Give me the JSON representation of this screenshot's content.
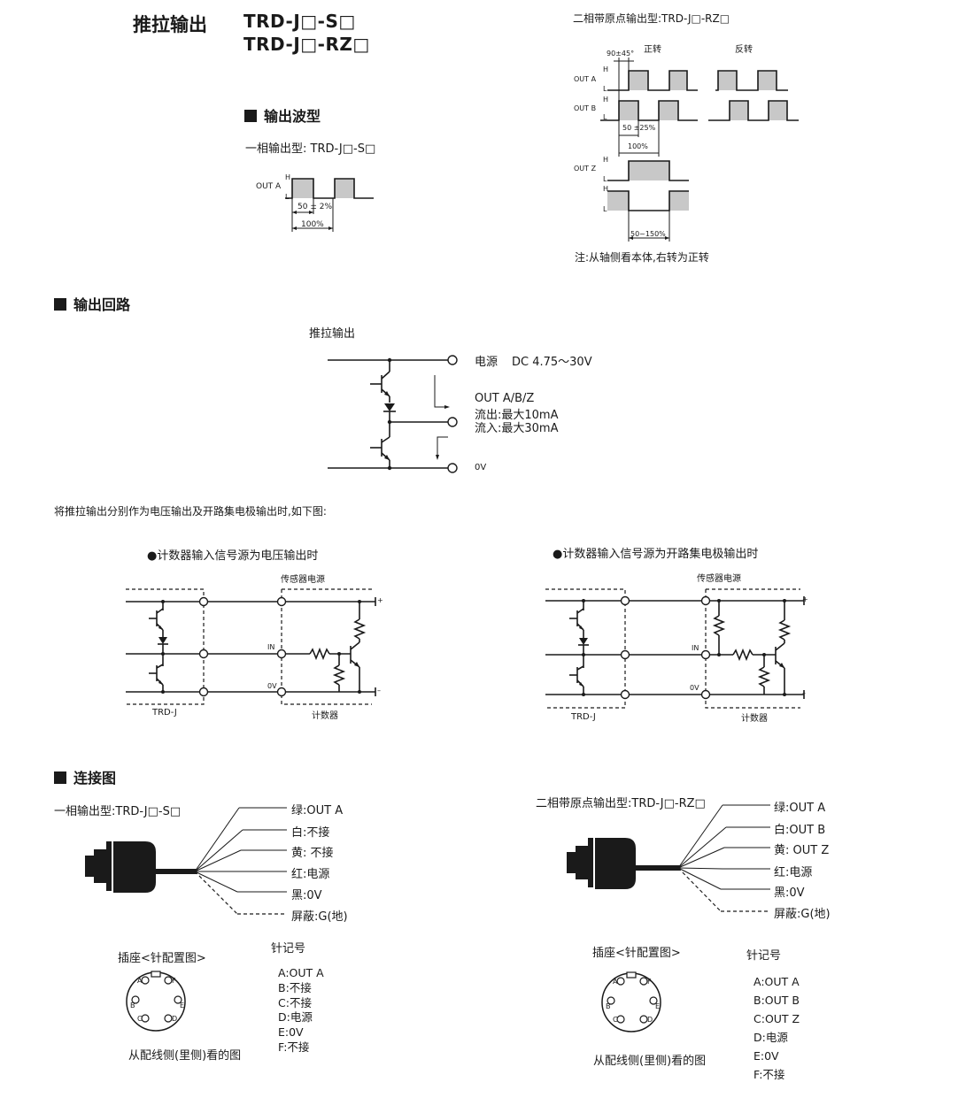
{
  "header": {
    "title": "推拉输出",
    "model_s": "TRD-J□-S□",
    "model_rz": "TRD-J□-RZ□"
  },
  "waveform": {
    "section_title": "输出波型",
    "single": {
      "label": "一相输出型: TRD-J□-S□",
      "out_a": "OUT A",
      "h": "H",
      "l": "L",
      "duty": "50 ± 2%",
      "period": "100%"
    },
    "two_phase": {
      "label": "二相带原点输出型:TRD-J□-RZ□",
      "forward": "正转",
      "reverse": "反转",
      "phase": "90±45°",
      "out_a": "OUT A",
      "out_b": "OUT B",
      "out_z": "OUT Z",
      "h": "H",
      "l": "L",
      "duty": "50 ±25%",
      "period": "100%",
      "z_width": "50~150%",
      "note": "注:从轴侧看本体,右转为正转"
    }
  },
  "circuit": {
    "section_title": "输出回路",
    "subtitle": "推拉输出",
    "power_label": "电源",
    "power_voltage": "DC 4.75～30V",
    "out_label": "OUT A/B/Z",
    "source_current": "流出:最大10mA",
    "sink_current": "流入:最大30mA",
    "zero_v": "0V",
    "intro": "将推拉输出分别作为电压输出及开路集电极输出时,如下图:"
  },
  "apps": {
    "voltage": {
      "title": "●计数器输入信号源为电压输出时",
      "sensor_power": "传感器电源",
      "in": "IN",
      "zero_v": "0V",
      "plus": "+",
      "minus": "–",
      "left_box": "TRD-J",
      "right_box": "计数器"
    },
    "open_collector": {
      "title": "●计数器输入信号源为开路集电极输出时",
      "sensor_power": "传感器电源",
      "in": "IN",
      "zero_v": "0V",
      "plus": "+",
      "minus": "–",
      "left_box": "TRD-J",
      "right_box": "计数器"
    }
  },
  "connection": {
    "section_title": "连接图",
    "single": {
      "label": "一相输出型:TRD-J□-S□",
      "wires": [
        "绿:OUT A",
        "白:不接",
        "黄: 不接",
        "红:电源",
        "黑:0V",
        "屏蔽:G(地)"
      ],
      "socket_title": "插座<针配置图>",
      "pin_title": "针记号",
      "pins": [
        "A:OUT A",
        "B:不接",
        "C:不接",
        "D:电源",
        "E:0V",
        "F:不接"
      ],
      "view_note": "从配线侧(里侧)看的图",
      "pin_letters": [
        "A",
        "F",
        "B",
        "E",
        "C",
        "D"
      ]
    },
    "two_phase": {
      "label": "二相带原点输出型:TRD-J□-RZ□",
      "wires": [
        "绿:OUT A",
        "白:OUT B",
        "黄: OUT Z",
        "红:电源",
        "黑:0V",
        "屏蔽:G(地)"
      ],
      "socket_title": "插座<针配置图>",
      "pin_title": "针记号",
      "pins": [
        "A:OUT A",
        "B:OUT B",
        "C:OUT Z",
        "D:电源",
        "E:0V",
        "F:不接"
      ],
      "view_note": "从配线侧(里侧)看的图",
      "pin_letters": [
        "A",
        "F",
        "B",
        "E",
        "C",
        "D"
      ]
    }
  }
}
